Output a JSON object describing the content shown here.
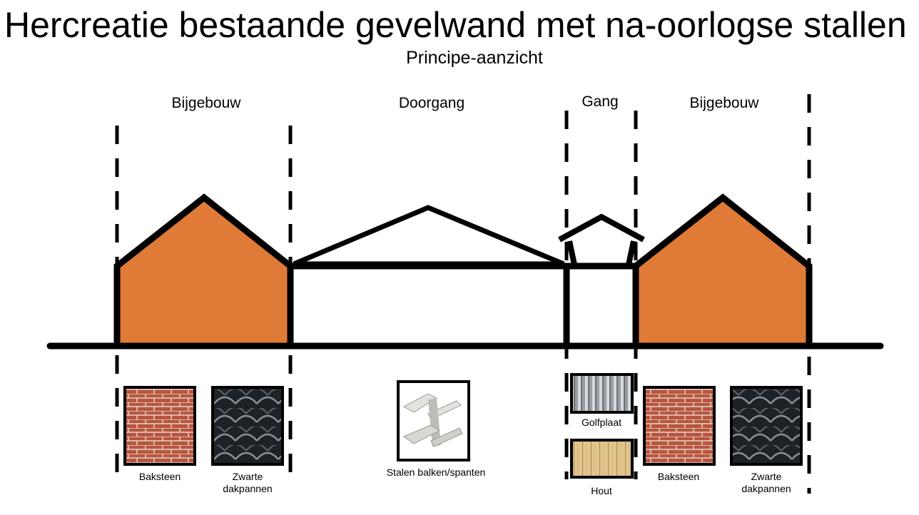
{
  "title": "Hercreatie bestaande gevelwand met na-oorlogse stallen",
  "subtitle": "Principe-aanzicht",
  "zones": {
    "left_annex": "Bijgebouw",
    "passage": "Doorgang",
    "corridor": "Gang",
    "right_annex": "Bijgebouw"
  },
  "materials": {
    "brick_left": "Baksteen",
    "tiles_left_1": "Zwarte",
    "tiles_left_2": "dakpannen",
    "steel": "Stalen balken/spanten",
    "corrugated": "Golfplaat",
    "wood": "Hout",
    "brick_right": "Baksteen",
    "tiles_right_1": "Zwarte",
    "tiles_right_2": "dakpannen"
  },
  "colors": {
    "annex_fill": "#e07a37",
    "brick": "#b8553f",
    "tiles": "#1e2226",
    "steel": "#c9c9c4",
    "wood": "#e2c48e",
    "outline": "#000000"
  }
}
